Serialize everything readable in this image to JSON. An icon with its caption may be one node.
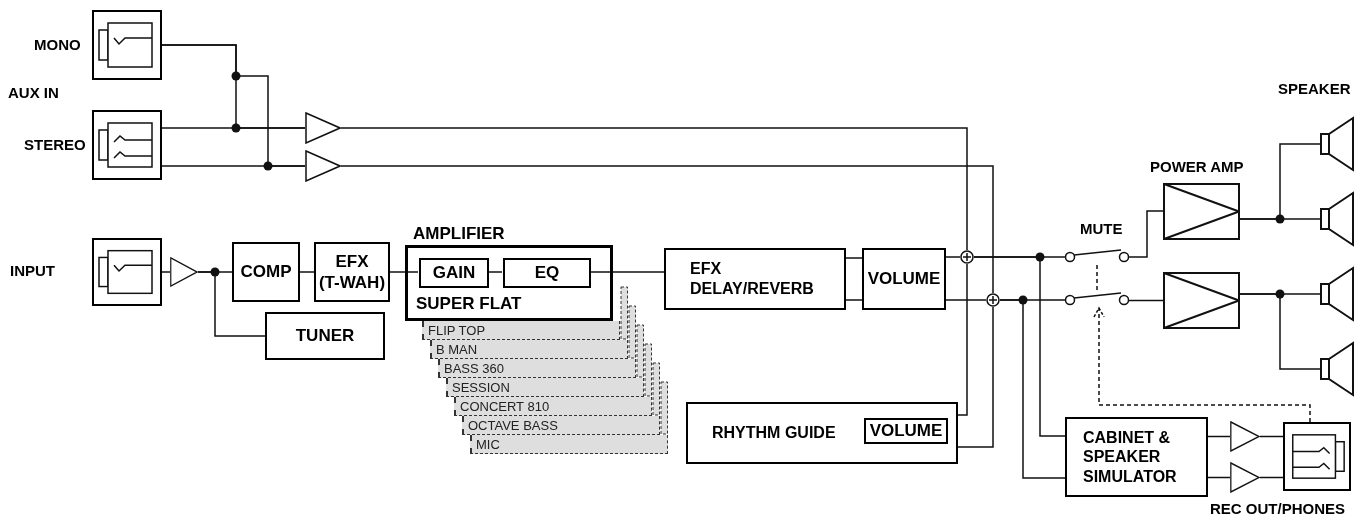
{
  "diagram": {
    "nodes": [
      {
        "text": [],
        "shape": "jack",
        "beside": [
          "MONO"
        ]
      },
      {
        "text": [],
        "shape": "jack",
        "beside": [
          "STEREO"
        ]
      },
      {
        "text": [],
        "shape": "triangle"
      },
      {
        "text": [],
        "shape": "triangle"
      },
      {
        "text": [],
        "shape": "jack",
        "beside": [
          "INPUT"
        ]
      },
      {
        "text": [],
        "shape": "triangle"
      },
      {
        "text": [
          "COMP"
        ]
      },
      {
        "text": [
          "EFX (T-WAH)"
        ]
      },
      {
        "text": [
          "AMPLIFIER",
          "SUPER FLAT"
        ]
      },
      {
        "text": [
          "GAIN"
        ],
        "in": 8
      },
      {
        "text": [
          "EQ"
        ],
        "in": 8
      },
      {
        "text": [
          "FLIP TOP"
        ]
      },
      {
        "text": [
          "B MAN"
        ]
      },
      {
        "text": [
          "BASS 360"
        ]
      },
      {
        "text": [
          "SESSION"
        ]
      },
      {
        "text": [
          "CONCERT 810"
        ]
      },
      {
        "text": [
          "OCTAVE BASS"
        ]
      },
      {
        "text": [
          "MIC"
        ]
      },
      {
        "text": [
          "TUNER"
        ]
      },
      {
        "text": [
          "EFX DELAY/REVERB"
        ]
      },
      {
        "text": [
          "VOLUME"
        ]
      },
      {
        "text": [
          "RHYTHM GUIDE"
        ]
      },
      {
        "text": [
          "VOLUME"
        ],
        "in": 21
      },
      {
        "text": [],
        "shape": "circle"
      },
      {
        "text": [],
        "shape": "circle"
      },
      {
        "text": [],
        "shape": "switch"
      },
      {
        "text": [],
        "shape": "switch"
      },
      {
        "text": [],
        "shape": "amplifier",
        "beside": [
          "POWER AMP"
        ]
      },
      {
        "text": [],
        "shape": "amplifier"
      },
      {
        "text": [],
        "shape": "speaker"
      },
      {
        "text": [],
        "shape": "speaker"
      },
      {
        "text": [],
        "shape": "speaker"
      },
      {
        "text": [],
        "shape": "speaker"
      },
      {
        "text": [
          "CABINET & SPEAKER SIMULATOR"
        ]
      },
      {
        "text": [],
        "shape": "triangle"
      },
      {
        "text": [],
        "shape": "triangle"
      },
      {
        "text": [],
        "shape": "jack",
        "beside": [
          "REC OUT/PHONES"
        ]
      }
    ],
    "edges": [
      {
        "from": 0,
        "to": 2,
        "arrow": "none"
      },
      {
        "from": 0,
        "to": 3,
        "arrow": "none"
      },
      {
        "from": 1,
        "to": 2,
        "arrow": "none"
      },
      {
        "from": 1,
        "to": 3,
        "arrow": "none"
      },
      {
        "from": 2,
        "to": 23,
        "arrow": "none"
      },
      {
        "from": 3,
        "to": 24,
        "arrow": "none"
      },
      {
        "from": 4,
        "to": 5,
        "arrow": "none"
      },
      {
        "from": 5,
        "to": 6,
        "arrow": "none"
      },
      {
        "from": 5,
        "to": 18,
        "arrow": "none"
      },
      {
        "from": 6,
        "to": 7,
        "arrow": "none"
      },
      {
        "from": 7,
        "to": 9,
        "arrow": "none"
      },
      {
        "from": 9,
        "to": 10,
        "arrow": "none"
      },
      {
        "from": 10,
        "to": 19,
        "arrow": "none"
      },
      {
        "from": 19,
        "to": 20,
        "arrow": "none"
      },
      {
        "from": 19,
        "to": 20,
        "arrow": "none"
      },
      {
        "from": 20,
        "to": 23,
        "arrow": "none"
      },
      {
        "from": 20,
        "to": 24,
        "arrow": "none"
      },
      {
        "from": 21,
        "to": 23,
        "arrow": "none"
      },
      {
        "from": 21,
        "to": 24,
        "arrow": "none"
      },
      {
        "from": 23,
        "to": 25,
        "arrow": "none"
      },
      {
        "from": 24,
        "to": 26,
        "arrow": "none"
      },
      {
        "from": 23,
        "to": 33,
        "arrow": "none"
      },
      {
        "from": 24,
        "to": 33,
        "arrow": "none"
      },
      {
        "from": 25,
        "to": 27,
        "arrow": "none"
      },
      {
        "from": 26,
        "to": 28,
        "arrow": "none"
      },
      {
        "from": 27,
        "to": 29,
        "arrow": "none"
      },
      {
        "from": 27,
        "to": 30,
        "arrow": "none"
      },
      {
        "from": 28,
        "to": 31,
        "arrow": "none"
      },
      {
        "from": 28,
        "to": 32,
        "arrow": "none"
      },
      {
        "from": 33,
        "to": 34,
        "arrow": "none"
      },
      {
        "from": 33,
        "to": 35,
        "arrow": "none"
      },
      {
        "from": 34,
        "to": 36,
        "arrow": "none"
      },
      {
        "from": 35,
        "to": 36,
        "arrow": "none"
      },
      {
        "from": 36,
        "to": 26,
        "arrow": "to",
        "style": "dashed"
      },
      {
        "from": 25,
        "to": 26,
        "arrow": "none",
        "style": "dashed"
      }
    ],
    "labels": [
      "AUX IN",
      "MUTE",
      "SPEAKER"
    ]
  }
}
